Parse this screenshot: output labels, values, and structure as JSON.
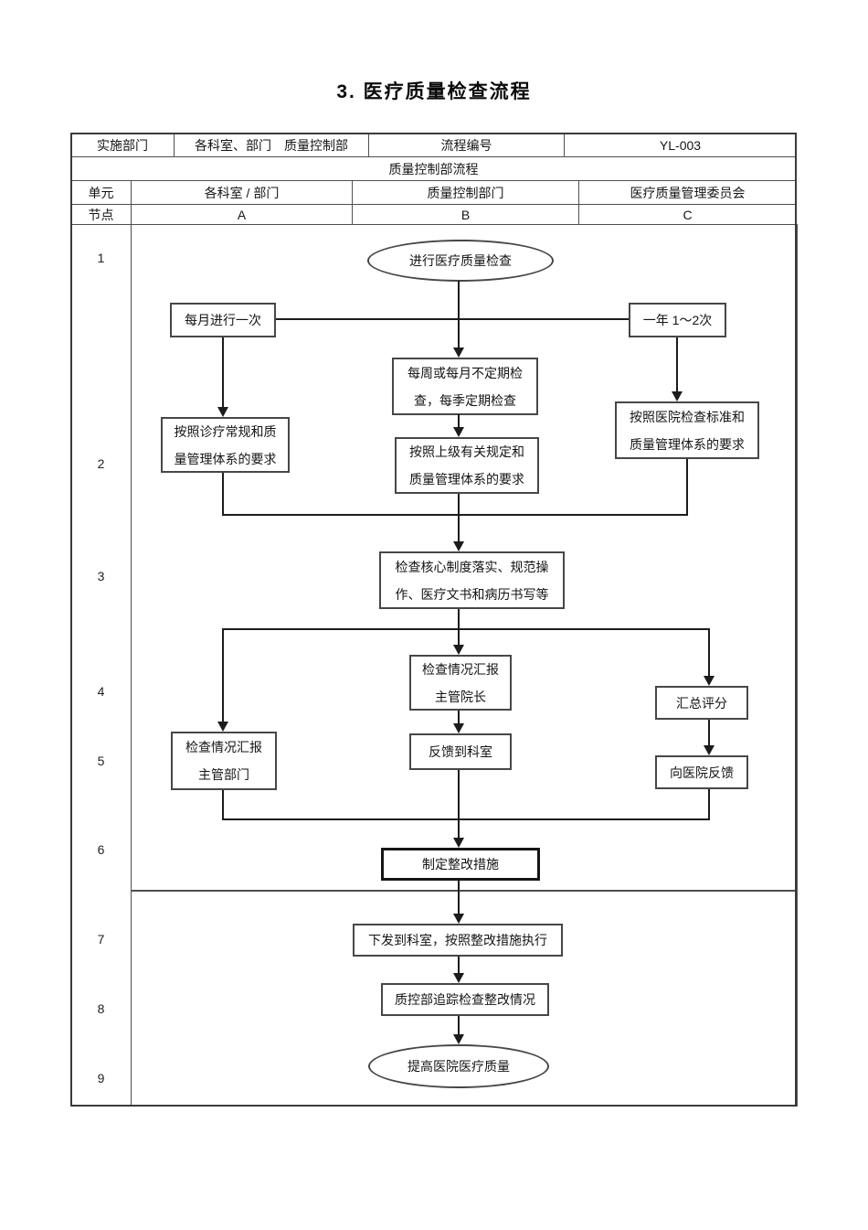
{
  "title": "3.  医疗质量检查流程",
  "info_table": {
    "implement_dept_label": "实施部门",
    "implement_dept_value": "各科室、部门　质量控制部",
    "flow_number_label": "流程编号",
    "flow_number_value": "YL-003",
    "subtitle": "质量控制部流程",
    "unit_label": "单元",
    "unit_col_a": "各科室 / 部门",
    "unit_col_b": "质量控制部门",
    "unit_col_c": "医疗质量管理委员会",
    "node_label": "节点",
    "node_col_a": "A",
    "node_col_b": "B",
    "node_col_c": "C"
  },
  "row_numbers": [
    "1",
    "2",
    "3",
    "4",
    "5",
    "6",
    "7",
    "8",
    "9"
  ],
  "flow": {
    "start": "进行医疗质量检查",
    "monthly": "每月进行一次",
    "yearly": "一年 1～2次",
    "weekly_check": {
      "l1": "每周或每月不定期检",
      "l2": "查，每季定期检查"
    },
    "dept_requirement": {
      "l1": "按照诊疗常规和质",
      "l2": "量管理体系的要求"
    },
    "superior_requirement": {
      "l1": "按照上级有关规定和",
      "l2": "质量管理体系的要求"
    },
    "hospital_standard": {
      "l1": "按照医院检查标准和",
      "l2": "质量管理体系的要求"
    },
    "core_check": {
      "l1": "检查核心制度落实、规范操",
      "l2": "作、医疗文书和病历书写等"
    },
    "report_president": {
      "l1": "检查情况汇报",
      "l2": "主管院长"
    },
    "summary_score": "汇总评分",
    "report_dept": {
      "l1": "检查情况汇报",
      "l2": "主管部门"
    },
    "feedback_to_dept": "反馈到科室",
    "feedback_to_hospital": "向医院反馈",
    "corrective_measures": "制定整改措施",
    "issue_and_execute": "下发到科室，按照整改措施执行",
    "track_check": "质控部追踪检查整改情况",
    "end": "提高医院医疗质量"
  }
}
